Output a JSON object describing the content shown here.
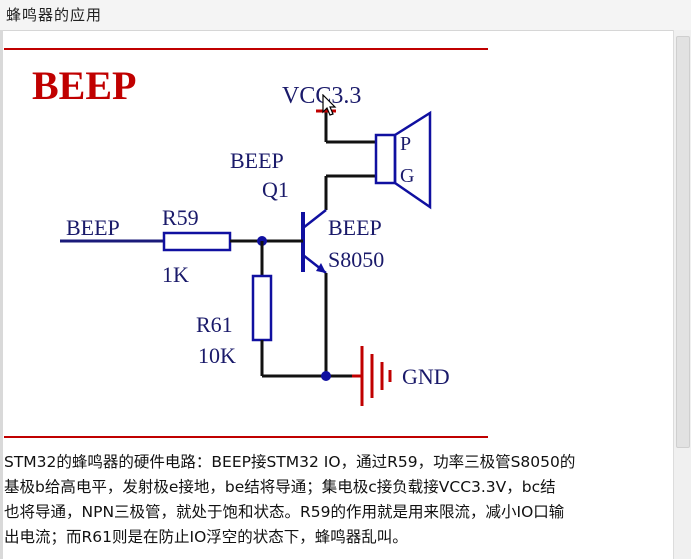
{
  "window": {
    "title": "蜂鸣器的应用"
  },
  "schematic": {
    "heading": "BEEP",
    "vcc_label": "VCC3.3",
    "speaker_labels": [
      "P",
      "G"
    ],
    "q1_ref_top": "BEEP",
    "q1_ref": "Q1",
    "q1_value_top": "BEEP",
    "q1_value": "S8050",
    "input_net": "BEEP",
    "r59_ref": "R59",
    "r59_value": "1K",
    "r61_ref": "R61",
    "r61_value": "10K",
    "gnd_label": "GND"
  },
  "description": {
    "lines": [
      "STM32的蜂鸣器的硬件电路：BEEP接STM32 IO，通过R59，功率三极管S8050的",
      "基极b给高电平，发射极e接地，be结将导通；集电极c接负载接VCC3.3V，bc结",
      "也将导通，NPN三极管，就处于饱和状态。R59的作用就是用来限流，减小IO口输",
      "出电流；而R61则是在防止IO浮空的状态下，蜂鸣器乱叫。"
    ]
  },
  "colors": {
    "heading_red": "#c00000",
    "wire_blue": "#1a1a7a",
    "component_blue": "#1010a0",
    "red_line": "#c00000",
    "text_navy": "#1a1a6a"
  }
}
